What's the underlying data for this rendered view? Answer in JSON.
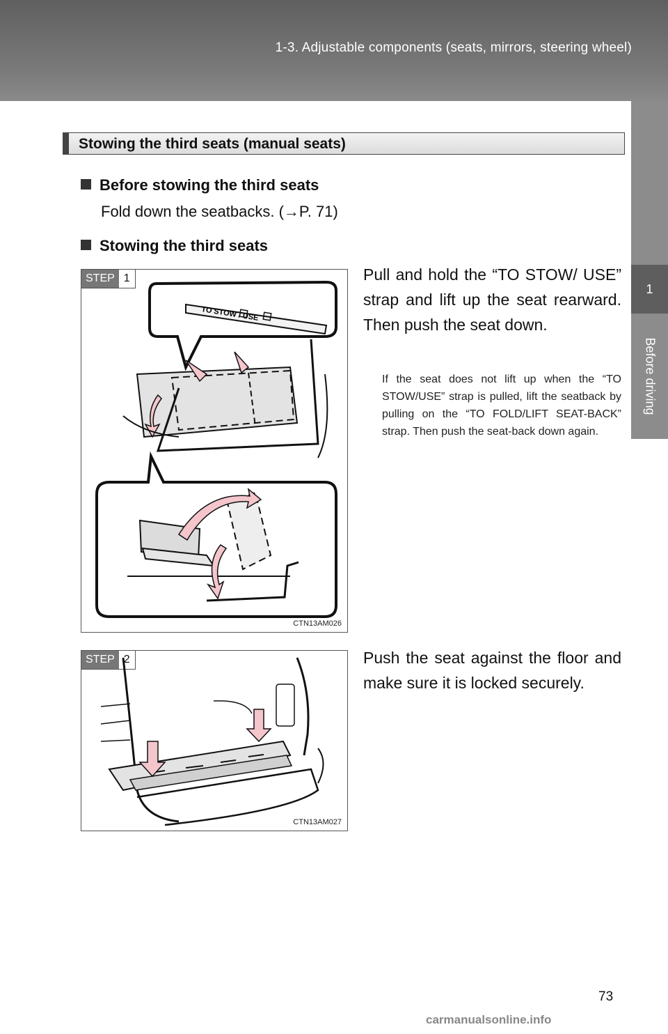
{
  "header": {
    "title": "1-3. Adjustable components (seats, mirrors, steering wheel)"
  },
  "side_tab": {
    "number": "1",
    "label": "Before driving"
  },
  "section": {
    "title": "Stowing the third seats (manual seats)"
  },
  "before": {
    "heading": "Before stowing the third seats",
    "text": "Fold down the seatbacks. (→P. 71)"
  },
  "stowing": {
    "heading": "Stowing the third seats"
  },
  "steps": [
    {
      "label": "STEP",
      "number": "1",
      "figure_code": "CTN13AM026",
      "strap_label": "TO STOW / USE",
      "instruction": "Pull and hold the “TO STOW/ USE” strap and lift up the seat rearward. Then push the seat down.",
      "note": "If the seat does not lift up when the “TO STOW/USE” strap is pulled, lift the seatback by pulling on the “TO FOLD/LIFT SEAT-BACK” strap. Then push the seat-back down again."
    },
    {
      "label": "STEP",
      "number": "2",
      "figure_code": "CTN13AM027",
      "instruction": "Push the seat against the floor and make sure it is locked securely."
    }
  ],
  "page_number": "73",
  "watermark": "carmanualsonline.info",
  "colors": {
    "header": "#6e6e6e",
    "tab_dark": "#5e5e5e",
    "tab_light": "#8c8c8c",
    "arrow_fill": "#f4c6cc"
  }
}
